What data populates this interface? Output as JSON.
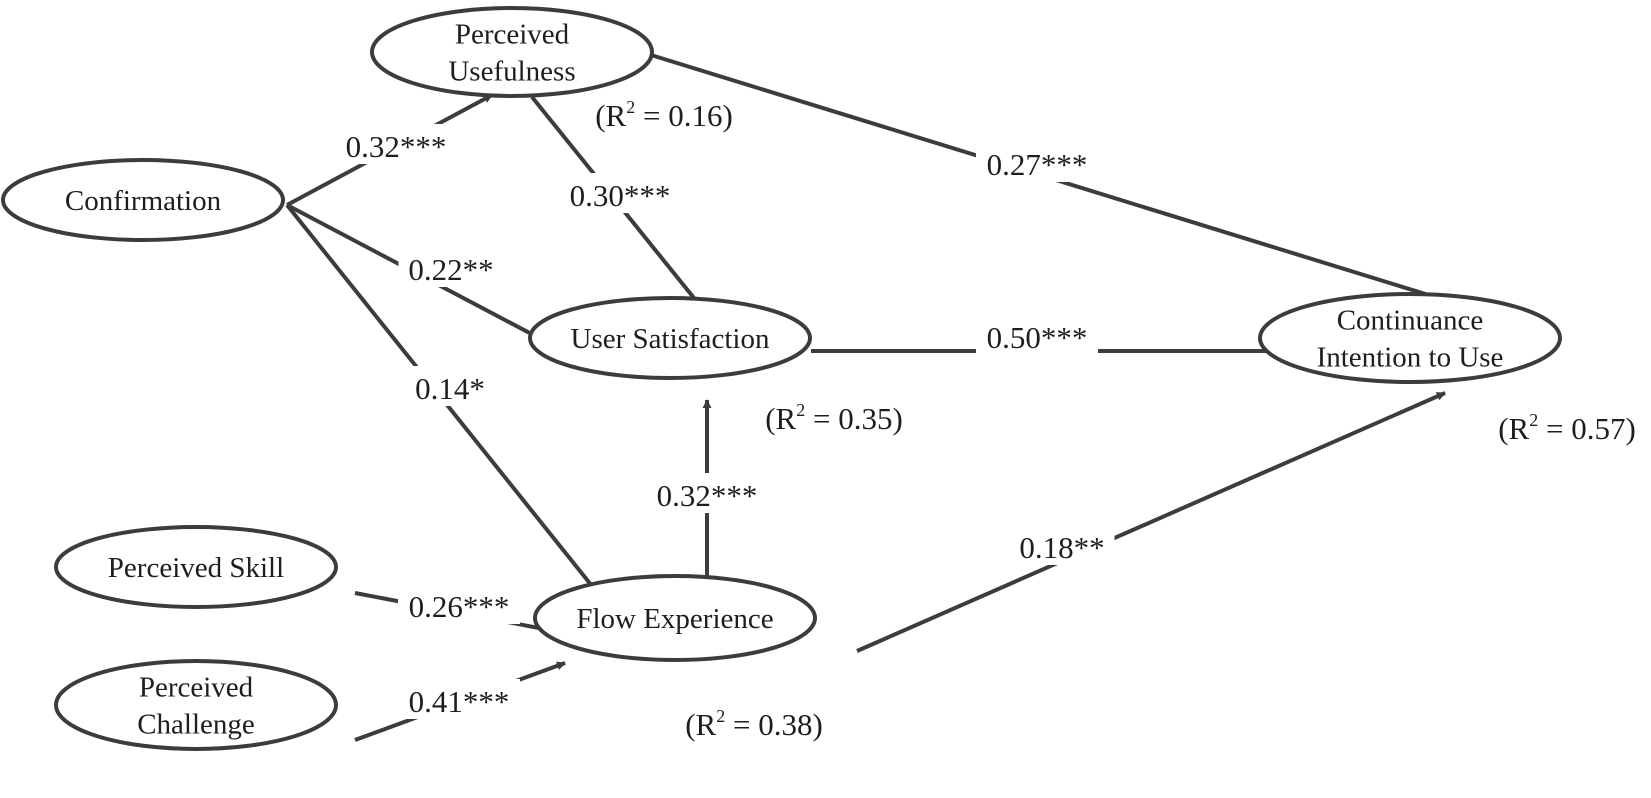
{
  "colors": {
    "stroke": "#3c3c3c",
    "text": "#1e1e1e",
    "background": "#ffffff"
  },
  "nodes": {
    "perceived_usefulness": {
      "lines": [
        "Perceived",
        "Usefulness"
      ],
      "r2": "0.16"
    },
    "confirmation": {
      "lines": [
        "Confirmation"
      ]
    },
    "user_satisfaction": {
      "lines": [
        "User Satisfaction"
      ],
      "r2": "0.35"
    },
    "continuance_intention": {
      "lines": [
        "Continuance",
        "Intention to Use"
      ],
      "r2": "0.57"
    },
    "perceived_skill": {
      "lines": [
        "Perceived Skill"
      ]
    },
    "flow_experience": {
      "lines": [
        "Flow Experience"
      ],
      "r2": "0.38"
    },
    "perceived_challenge": {
      "lines": [
        "Perceived",
        "Challenge"
      ]
    }
  },
  "paths": [
    {
      "from": "confirmation",
      "to": "perceived_usefulness",
      "coef": "0.32***"
    },
    {
      "from": "confirmation",
      "to": "user_satisfaction",
      "coef": "0.22**"
    },
    {
      "from": "confirmation",
      "to": "flow_experience",
      "coef": "0.14*"
    },
    {
      "from": "perceived_usefulness",
      "to": "user_satisfaction",
      "coef": "0.30***"
    },
    {
      "from": "perceived_usefulness",
      "to": "continuance_intention",
      "coef": "0.27***"
    },
    {
      "from": "user_satisfaction",
      "to": "continuance_intention",
      "coef": "0.50***"
    },
    {
      "from": "flow_experience",
      "to": "user_satisfaction",
      "coef": "0.32***"
    },
    {
      "from": "flow_experience",
      "to": "continuance_intention",
      "coef": "0.18**"
    },
    {
      "from": "perceived_skill",
      "to": "flow_experience",
      "coef": "0.26***"
    },
    {
      "from": "perceived_challenge",
      "to": "flow_experience",
      "coef": "0.41***"
    }
  ],
  "r2_prefix": "(R",
  "r2_sup": "2",
  "r2_equals": " = ",
  "r2_suffix": ")"
}
